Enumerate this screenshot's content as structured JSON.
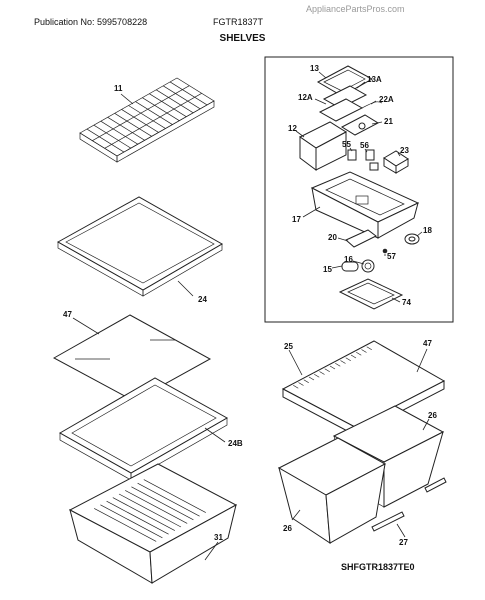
{
  "header": {
    "publication": "Publication No: 5995708228",
    "model": "FGTR1837T",
    "site": "AppliancePartsPros.com"
  },
  "title": "SHELVES",
  "footer_code": "SHFGTR1837TE0",
  "callouts": {
    "p11": "11",
    "p24": "24",
    "p47a": "47",
    "p24b": "24B",
    "p31": "31",
    "p13": "13",
    "p13a": "13A",
    "p12a": "12A",
    "p22a": "22A",
    "p21": "21",
    "p12": "12",
    "p55": "55",
    "p56": "56",
    "p23": "23",
    "p17": "17",
    "p18": "18",
    "p20": "20",
    "p57": "57",
    "p16": "16",
    "p15": "15",
    "p74": "74",
    "p25": "25",
    "p47b": "47",
    "p26a": "26",
    "p26b": "26",
    "p27": "27"
  }
}
